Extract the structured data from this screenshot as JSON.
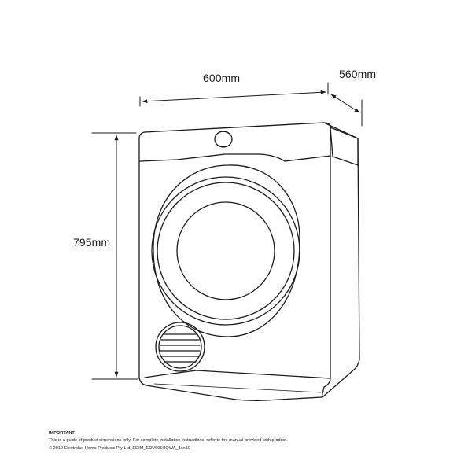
{
  "dimensions": {
    "width": "600mm",
    "depth": "560mm",
    "height": "795mm"
  },
  "notes": {
    "title": "IMPORTANT",
    "disclaimer": "This is a guide of product dimensions only. For complete installation instructions, refer to the manual provided with product.",
    "copyright": "© 2019 Electrolux Home Products Pty Ltd. EDIM_EDV605HQWA_Jan19"
  },
  "colors": {
    "line": "#1a1a1a",
    "background": "#ffffff"
  }
}
